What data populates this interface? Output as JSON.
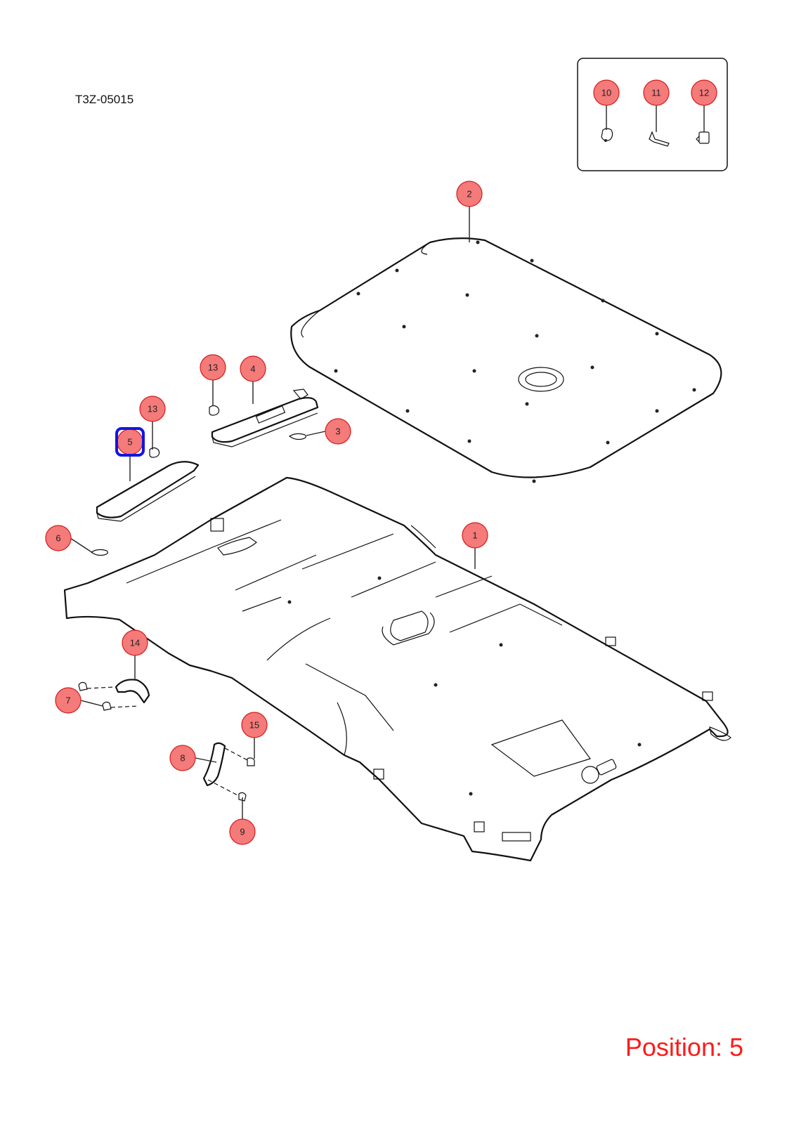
{
  "diagram": {
    "code": "T3Z-05015",
    "position_text": "Position: 5",
    "selected_callout": "5",
    "colors": {
      "callout_fill": "#f57a7a",
      "callout_stroke": "#d21c1c",
      "selected_highlight": "#1414e0",
      "position_text": "#ff1a1a"
    },
    "callouts": {
      "c1": "1",
      "c2": "2",
      "c3": "3",
      "c4": "4",
      "c5": "5",
      "c6": "6",
      "c7": "7",
      "c8": "8",
      "c9": "9",
      "c10": "10",
      "c11": "11",
      "c12": "12",
      "c13a": "13",
      "c13b": "13",
      "c14": "14",
      "c15": "15"
    }
  }
}
